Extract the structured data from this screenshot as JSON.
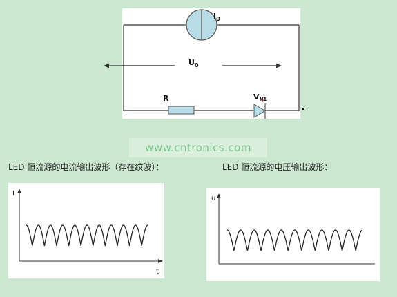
{
  "circuit": {
    "source_label": "I",
    "source_sub": "0",
    "voltage_label": "U",
    "voltage_sub": "0",
    "resistor_label": "R",
    "led_label": "V",
    "led_sub": "N1"
  },
  "watermark": "www.cntronics.com",
  "captions": {
    "current": "LED 恒流源的电流输出波形（存在纹波）：",
    "voltage": "LED 恒流源的电压输出波形："
  },
  "waveform_current": {
    "y_axis_label": "I",
    "x_axis_label": "t",
    "cycles": 10
  },
  "waveform_voltage": {
    "y_axis_label": "u",
    "cycles": 10
  },
  "colors": {
    "background": "#cce7cf",
    "panel": "#ffffff",
    "wire": "#333333",
    "source_fill": "#b9dde6",
    "resistor_fill": "#b9dde6",
    "watermark_text": "#7fc58f"
  }
}
